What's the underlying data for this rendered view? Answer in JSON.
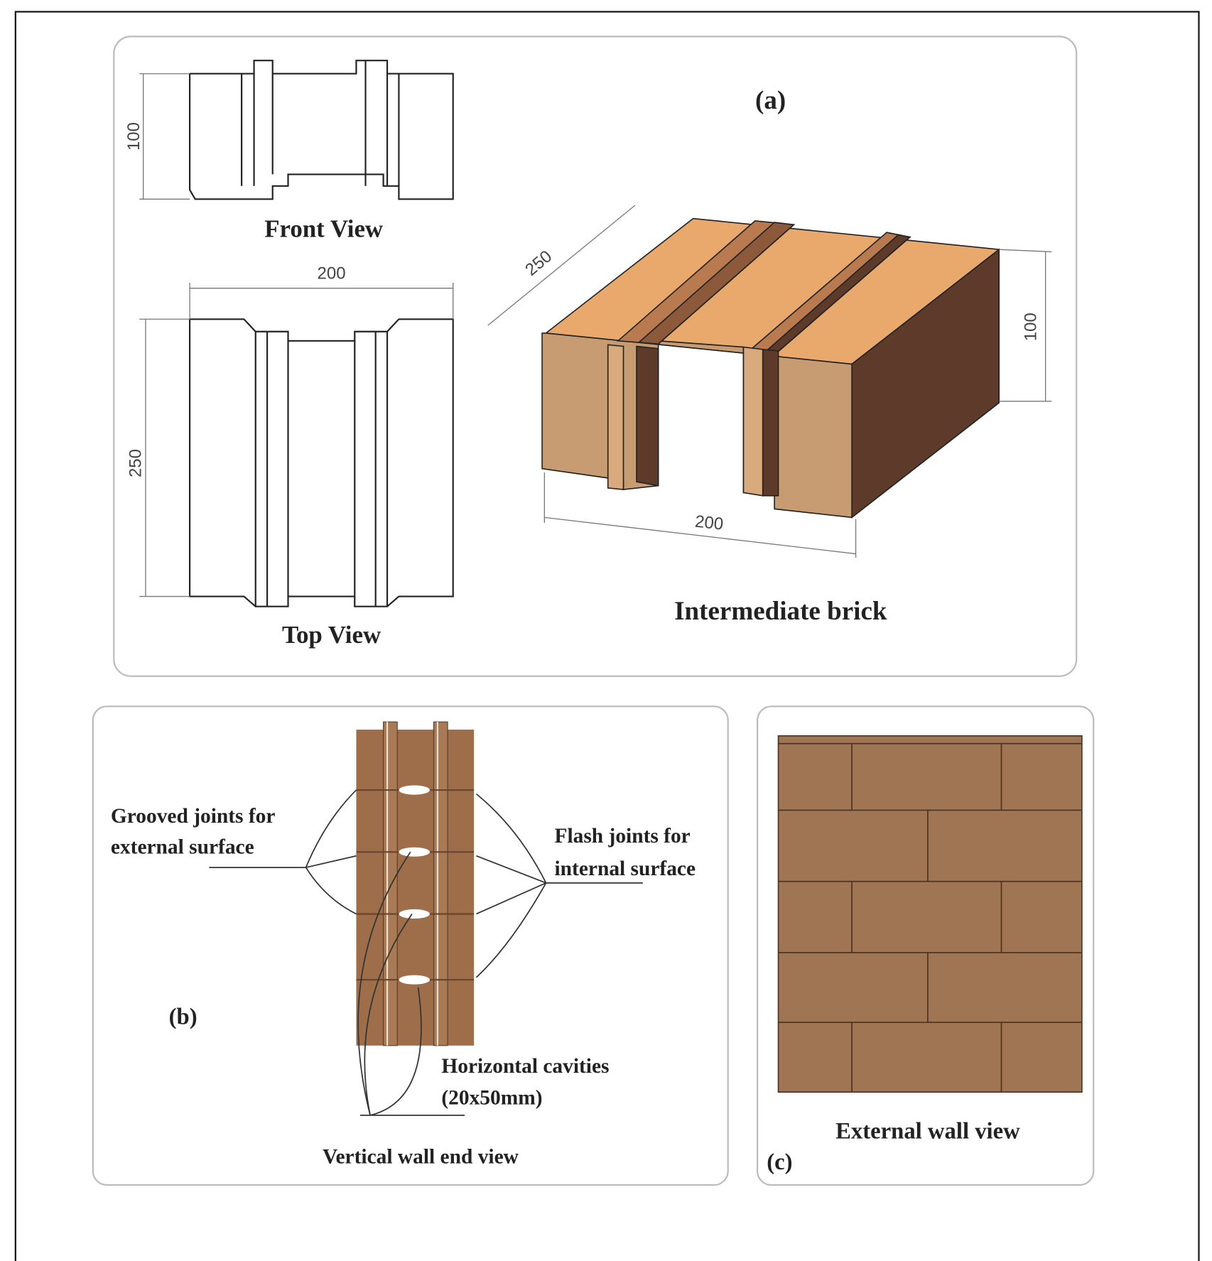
{
  "panel_a": {
    "tag": "(a)",
    "front_view_label": "Front View",
    "top_view_label": "Top View",
    "brick_label": "Intermediate brick",
    "dims": {
      "front_height": "100",
      "top_width": "200",
      "top_depth": "250",
      "iso_depth": "250",
      "iso_width": "200",
      "iso_height": "100"
    }
  },
  "panel_b": {
    "tag": "(b)",
    "grooved_line1": "Grooved joints for",
    "grooved_line2": "external surface",
    "flash_line1": "Flash joints for",
    "flash_line2": "internal surface",
    "cavities_line1": "Horizontal cavities",
    "cavities_line2": "(20x50mm)",
    "caption": "Vertical wall end view"
  },
  "panel_c": {
    "tag": "(c)",
    "caption": "External wall view"
  },
  "colors": {
    "brick_top": "#e9a96c",
    "brick_front": "#c89c72",
    "brick_side": "#5e3a2a",
    "wall": "#9f7553"
  }
}
